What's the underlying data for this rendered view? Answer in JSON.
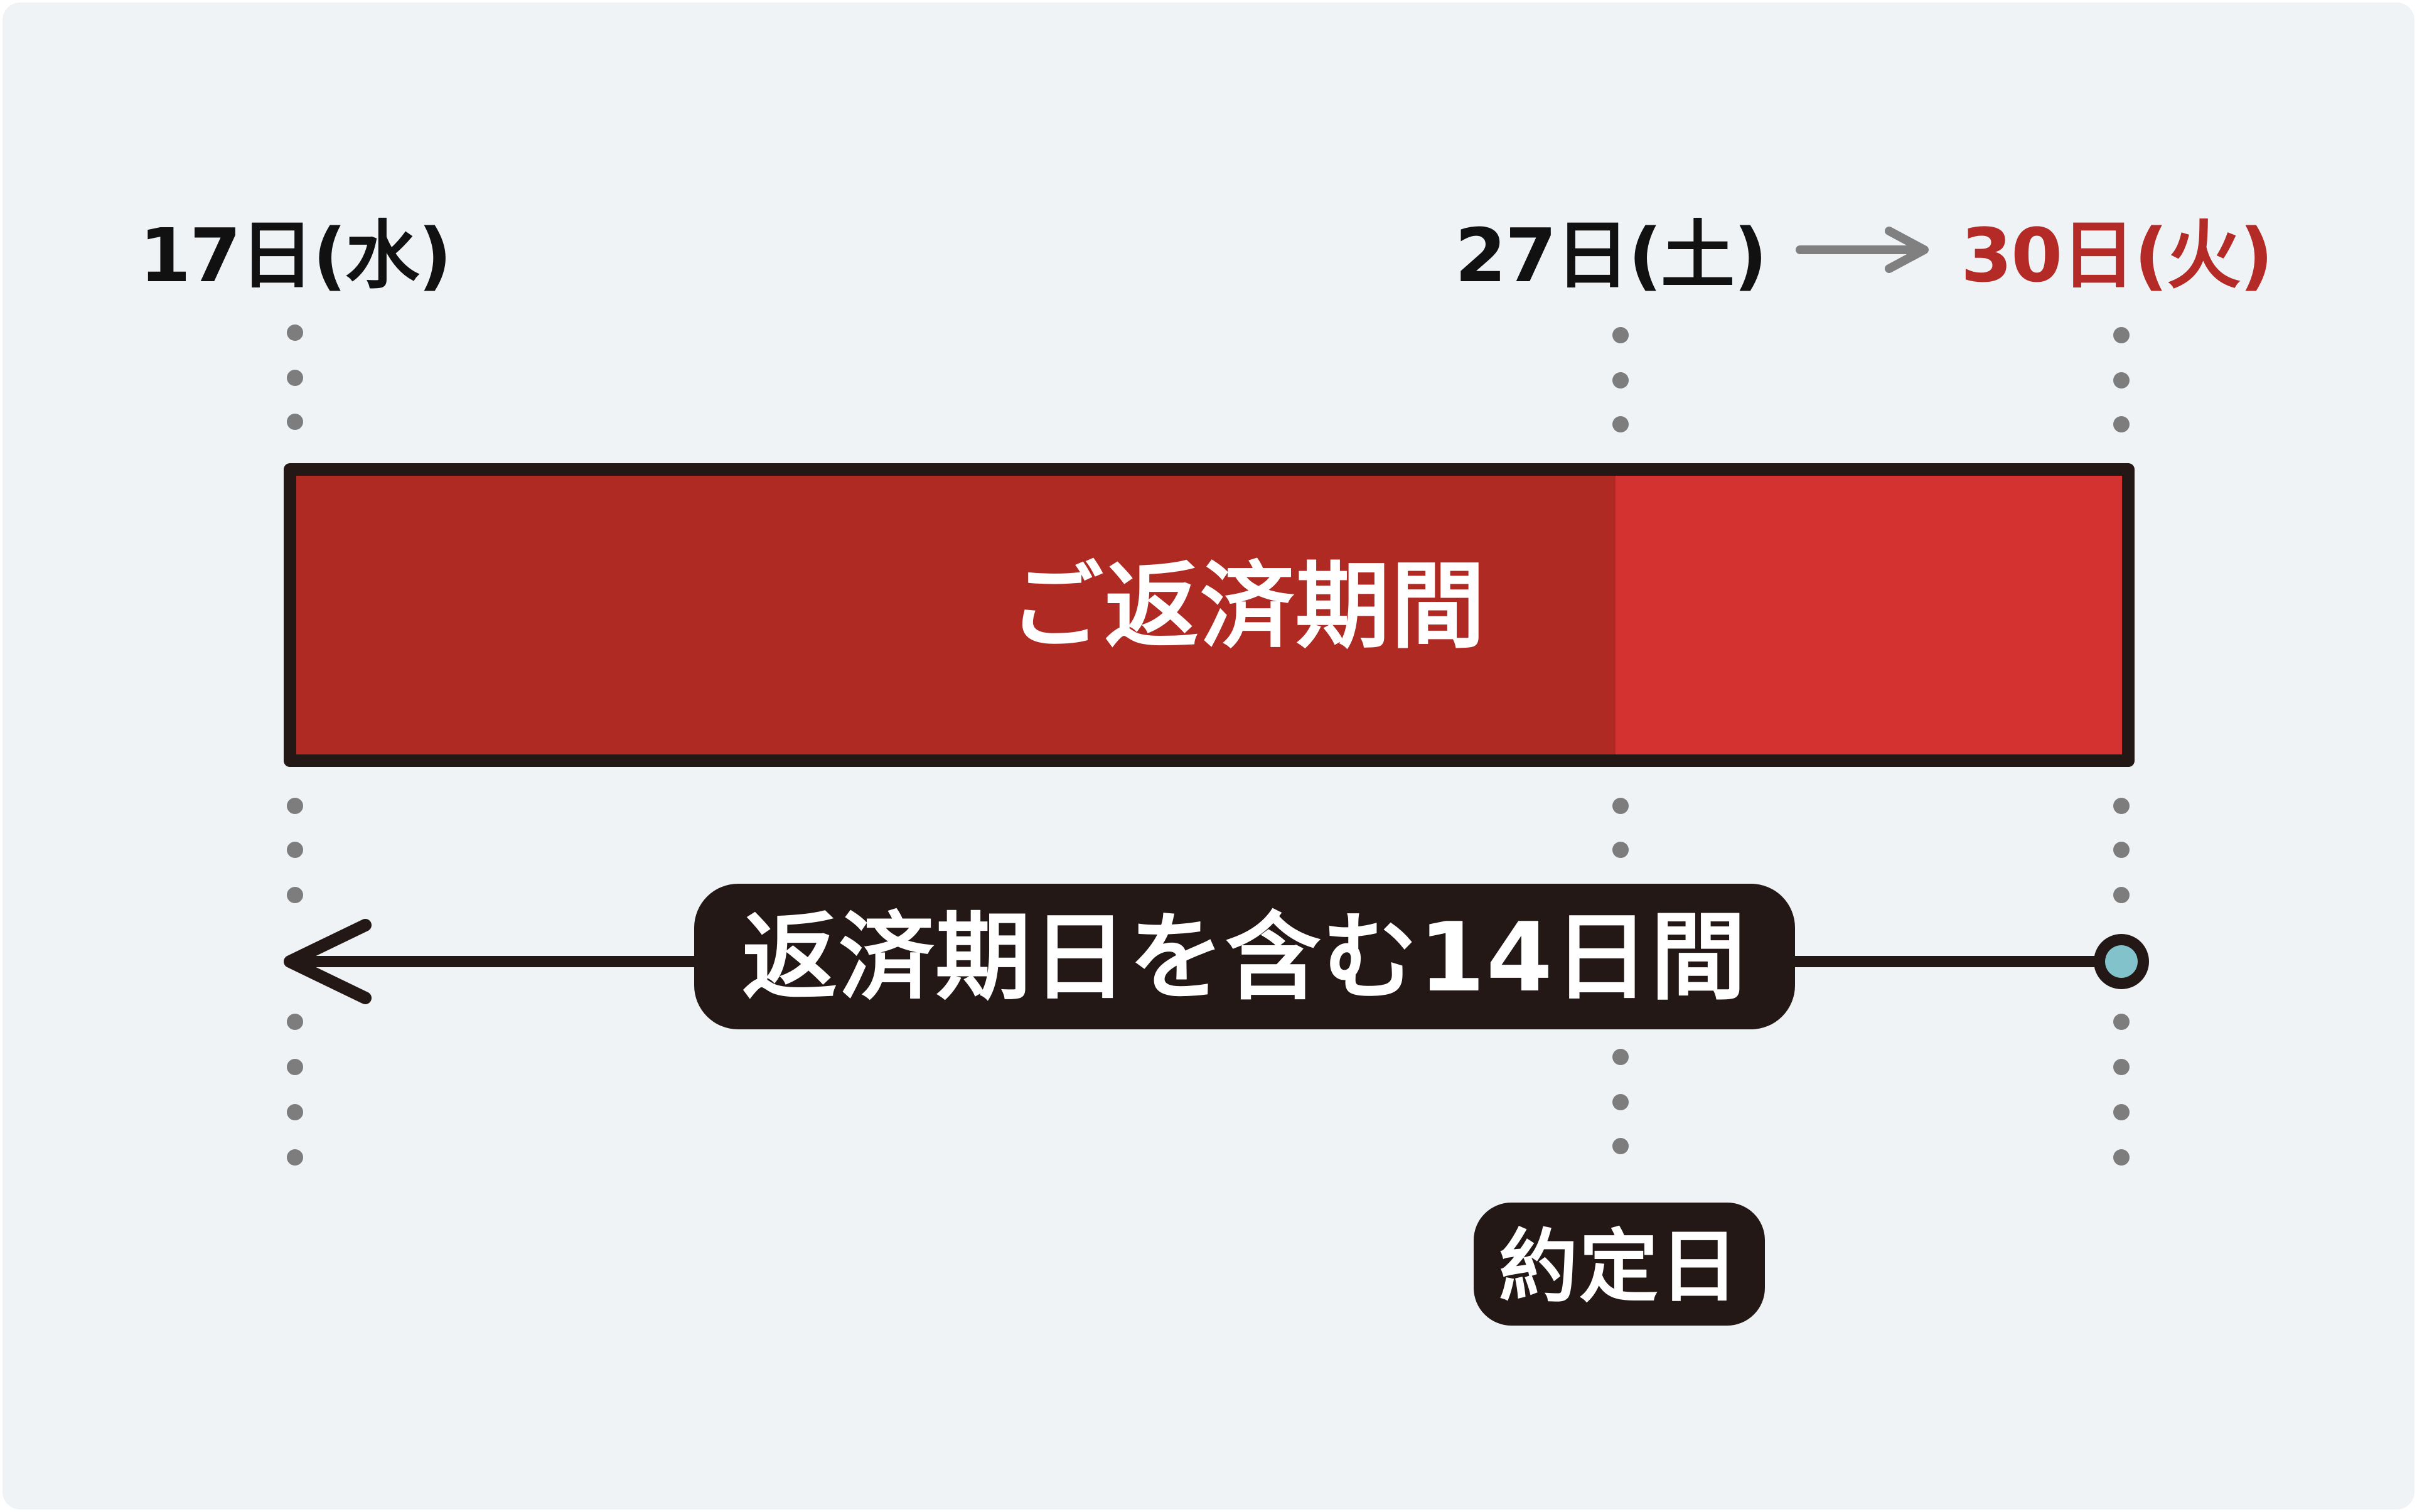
{
  "labels": {
    "start_date": "17日(水)",
    "due_date": "27日(土)",
    "extended_date": "30日(火)",
    "bar_title": "ご返済期間",
    "period_caption": "返済期日を含む14日間",
    "due_caption": "約定日"
  },
  "colors": {
    "background": "#eff3f6",
    "bar_main": "#b02a24",
    "bar_extension": "#d43230",
    "outline": "#231815",
    "extended_date": "#b42a26",
    "dots": "#7d7d7d",
    "arrow_gray": "#808080",
    "endpoint_fill": "#82c2cb"
  },
  "icons": {
    "date_arrow": "right-arrow-icon",
    "period_arrow": "left-arrow-icon",
    "period_endpoint": "circle-endpoint-icon"
  }
}
